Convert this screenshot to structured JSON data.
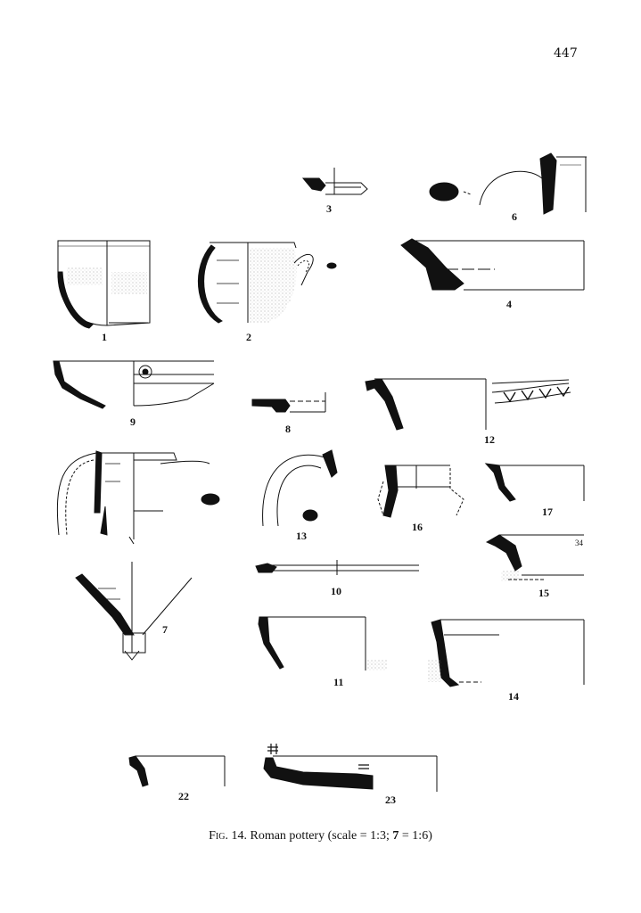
{
  "page_number": "447",
  "figures": [
    {
      "id": "3",
      "label": "3"
    },
    {
      "id": "6",
      "label": "6"
    },
    {
      "id": "1",
      "label": "1"
    },
    {
      "id": "2",
      "label": "2"
    },
    {
      "id": "4",
      "label": "4"
    },
    {
      "id": "9",
      "label": "9"
    },
    {
      "id": "8",
      "label": "8"
    },
    {
      "id": "12",
      "label": "12"
    },
    {
      "id": "13",
      "label": "13"
    },
    {
      "id": "16",
      "label": "16"
    },
    {
      "id": "17",
      "label": "17"
    },
    {
      "id": "7",
      "label": "7"
    },
    {
      "id": "10",
      "label": "10"
    },
    {
      "id": "15",
      "label": "15"
    },
    {
      "id": "11",
      "label": "11"
    },
    {
      "id": "14",
      "label": "14"
    },
    {
      "id": "22",
      "label": "22"
    },
    {
      "id": "23",
      "label": "23"
    }
  ],
  "annotations": {
    "fig15_measure": "34"
  },
  "caption": {
    "fig": "Fig.",
    "number": "14.",
    "text_before": "Roman pottery (scale = 1:3;",
    "bold_ref": "7",
    "text_after": "= 1:6)"
  },
  "colors": {
    "ink": "#111111",
    "stipple": "#999999"
  }
}
